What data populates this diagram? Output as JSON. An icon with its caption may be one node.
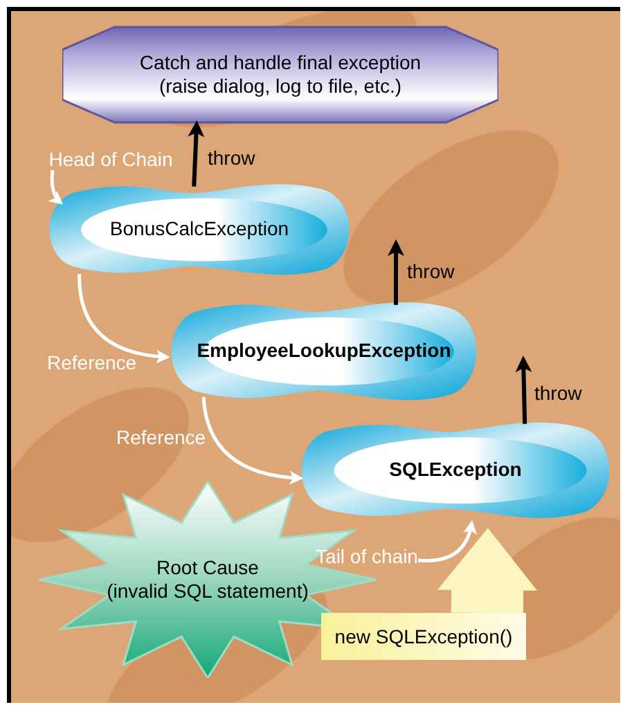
{
  "diagram": {
    "nodes": [
      {
        "text": [
          "Catch and handle final exception (raise dialog, log to file, etc.)"
        ]
      },
      {
        "text": [
          "Head of Chain"
        ]
      },
      {
        "text": [
          "BonusCalcException"
        ]
      },
      {
        "text": [
          "EmployeeLookupException"
        ]
      },
      {
        "text": [
          "SQLException"
        ]
      },
      {
        "text": [
          "Root Cause",
          "(invalid SQL statement)"
        ]
      },
      {
        "text": [
          "Tail of chain"
        ]
      },
      {
        "text": [
          "new SQLException()"
        ]
      }
    ],
    "edges": [
      {
        "from": 2,
        "to": 0,
        "arrow": "to",
        "label": "throw",
        "color": "#000000"
      },
      {
        "from": 3,
        "to": null,
        "arrow": "to",
        "label": "throw",
        "color": "#000000"
      },
      {
        "from": 4,
        "to": null,
        "arrow": "to",
        "label": "throw",
        "color": "#000000"
      },
      {
        "from": 1,
        "to": 2,
        "arrow": "to"
      },
      {
        "from": 2,
        "to": 3,
        "arrow": "to",
        "label": "Reference"
      },
      {
        "from": 3,
        "to": 4,
        "arrow": "to",
        "label": "Reference"
      },
      {
        "from": 6,
        "to": 4,
        "arrow": "to"
      },
      {
        "from": 7,
        "to": 4,
        "arrow": "to",
        "style": "thick",
        "color": "#fbf6c0"
      }
    ]
  }
}
